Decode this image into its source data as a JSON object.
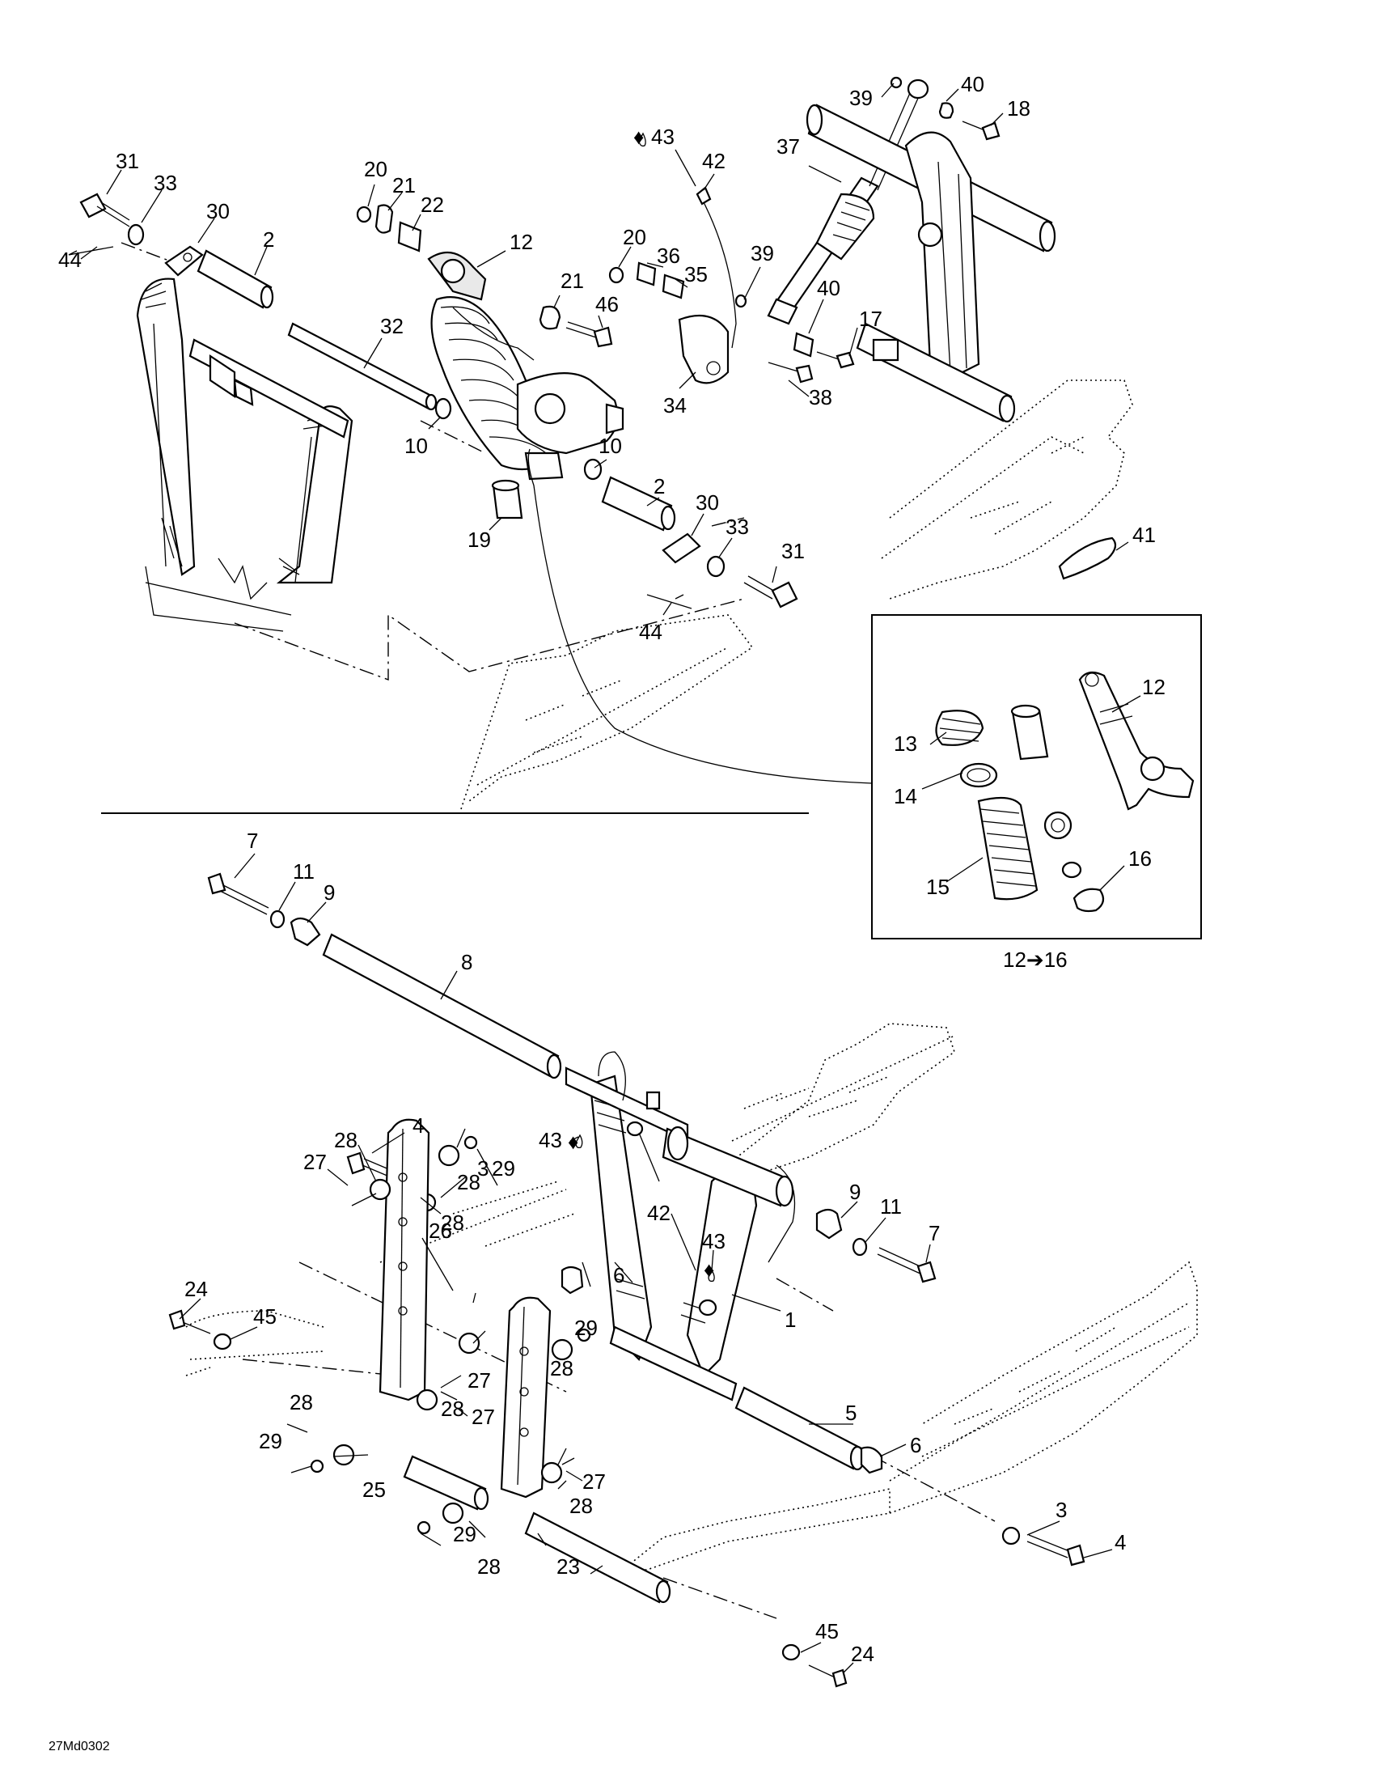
{
  "diagram_id": "27Md0302",
  "inset_caption": "12➔16",
  "callouts": {
    "top": [
      "31",
      "33",
      "30",
      "2",
      "44",
      "20",
      "21",
      "22",
      "12",
      "32",
      "10",
      "19",
      "20",
      "36",
      "35",
      "21",
      "46",
      "43",
      "42",
      "34",
      "38",
      "37",
      "39",
      "40",
      "18",
      "39",
      "40",
      "17",
      "10",
      "2",
      "30",
      "33",
      "31",
      "44",
      "41"
    ],
    "inset": [
      "12",
      "13",
      "14",
      "15",
      "16"
    ],
    "bottom": [
      "7",
      "11",
      "9",
      "8",
      "4",
      "3",
      "43",
      "42",
      "43",
      "9",
      "11",
      "7",
      "28",
      "27",
      "28",
      "29",
      "24",
      "45",
      "26",
      "28",
      "29",
      "28",
      "27",
      "29",
      "28",
      "28",
      "27",
      "6",
      "1",
      "5",
      "6",
      "25",
      "28",
      "29",
      "27",
      "28",
      "23",
      "3",
      "4",
      "45",
      "24"
    ]
  }
}
